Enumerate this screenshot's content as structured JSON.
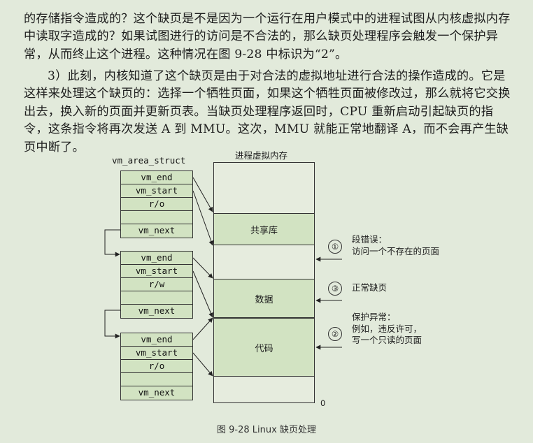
{
  "text": {
    "p1": "的存储指令造成的？这个缺页是不是因为一个运行在用户模式中的进程试图从内核虚拟内存中读取字造成的？如果试图进行的访问是不合法的，那么缺页处理程序会触发一个保护异常，从而终止这个进程。这种情况在图 9-28 中标识为“2”。",
    "p2": "3）此刻，内核知道了这个缺页是由于对合法的虚拟地址进行合法的操作造成的。它是这样来处理这个缺页的：选择一个牺牲页面，如果这个牺牲页面被修改过，那么就将它交换出去，换入新的页面并更新页表。当缺页处理程序返回时，CPU 重新启动引起缺页的指令，这条指令将再次发送 A 到 MMU。这次，MMU 就能正常地翻译 A，而不会再产生缺页中断了。"
  },
  "figure": {
    "struct_title": "vm_area_struct",
    "memory_title": "进程虚拟内存",
    "structs": [
      {
        "fields": [
          "vm_end",
          "vm_start",
          "r/o",
          "",
          "vm_next"
        ]
      },
      {
        "fields": [
          "vm_end",
          "vm_start",
          "r/w",
          "",
          "vm_next"
        ]
      },
      {
        "fields": [
          "vm_end",
          "vm_start",
          "r/o",
          "",
          "vm_next"
        ]
      }
    ],
    "segments": [
      "共享库",
      "数据",
      "代码"
    ],
    "zero_label": "0",
    "annotations": [
      {
        "number": "①",
        "line1": "段错误：",
        "line2": "访问一个不存在的页面",
        "line3": ""
      },
      {
        "number": "③",
        "line1": "正常缺页",
        "line2": "",
        "line3": ""
      },
      {
        "number": "②",
        "line1": "保护异常：",
        "line2": "例如，违反许可，",
        "line3": "写一个只读的页面"
      }
    ],
    "caption": "图 9-28   Linux 缺页处理"
  }
}
